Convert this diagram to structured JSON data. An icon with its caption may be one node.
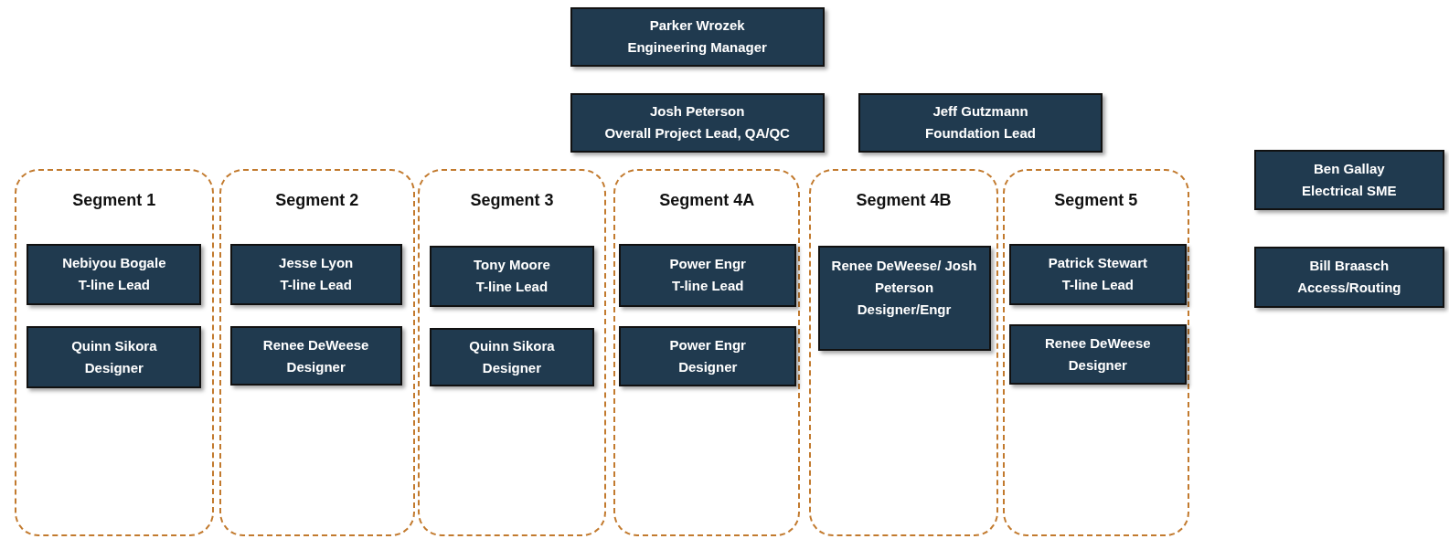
{
  "diagram": {
    "nodes": [
      {
        "text": [
          "Parker Wrozek",
          "Engineering Manager"
        ]
      },
      {
        "text": [
          "Josh Peterson",
          "Overall Project Lead, QA/QC"
        ]
      },
      {
        "text": [
          "Jeff Gutzmann",
          "Foundation Lead"
        ]
      },
      {
        "text": [
          "Ben Gallay",
          "Electrical SME"
        ]
      },
      {
        "text": [
          "Segment 1"
        ]
      },
      {
        "text": [
          "Nebiyou Bogale",
          "T-line Lead"
        ],
        "in": 4
      },
      {
        "text": [
          "Quinn Sikora",
          "Designer"
        ],
        "in": 4
      },
      {
        "text": [
          "Segment 2"
        ]
      },
      {
        "text": [
          "Jesse Lyon",
          "T-line Lead"
        ],
        "in": 7
      },
      {
        "text": [
          "Renee DeWeese",
          "Designer"
        ],
        "in": 7
      },
      {
        "text": [
          "Segment 3"
        ]
      },
      {
        "text": [
          "Tony Moore",
          "T-line Lead"
        ],
        "in": 10
      },
      {
        "text": [
          "Quinn Sikora",
          "Designer"
        ],
        "in": 10
      },
      {
        "text": [
          "Segment 4A"
        ]
      },
      {
        "text": [
          "Power Engr",
          "T-line Lead"
        ],
        "in": 13
      },
      {
        "text": [
          "Power Engr",
          "Designer"
        ],
        "in": 13
      },
      {
        "text": [
          "Segment 4B"
        ]
      },
      {
        "text": [
          "Renee DeWeese/ Josh Peterson",
          "Designer/Engr"
        ],
        "in": 16
      },
      {
        "text": [
          "Segment 5"
        ]
      },
      {
        "text": [
          "Patrick Stewart",
          "T-line Lead"
        ],
        "in": 18
      },
      {
        "text": [
          "Renee DeWeese",
          "Designer"
        ],
        "in": 18
      },
      {
        "text": [
          "Bill Braasch",
          "Access/Routing"
        ]
      }
    ],
    "edges": []
  }
}
